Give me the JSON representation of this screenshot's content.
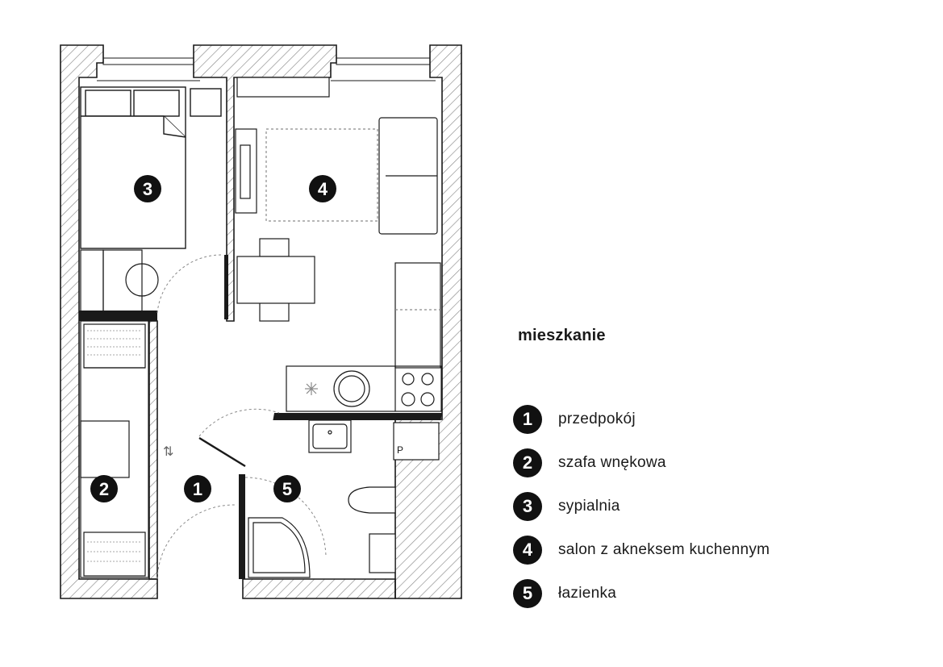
{
  "legend": {
    "title": "mieszkanie",
    "items": [
      {
        "number": "1",
        "label": "przedpokój"
      },
      {
        "number": "2",
        "label": "szafa wnękowa"
      },
      {
        "number": "3",
        "label": "sypialnia"
      },
      {
        "number": "4",
        "label": "salon z akneksem kuchennym"
      },
      {
        "number": "5",
        "label": "łazienka"
      }
    ]
  },
  "plan": {
    "room_markers": [
      "1",
      "2",
      "3",
      "4",
      "5"
    ],
    "fridge_mark": "P",
    "door_symbol": "⇅"
  },
  "colors": {
    "ink": "#1a1a1a",
    "hatch": "#8a8a8a",
    "marker_fill": "#111111",
    "marker_text": "#ffffff"
  }
}
